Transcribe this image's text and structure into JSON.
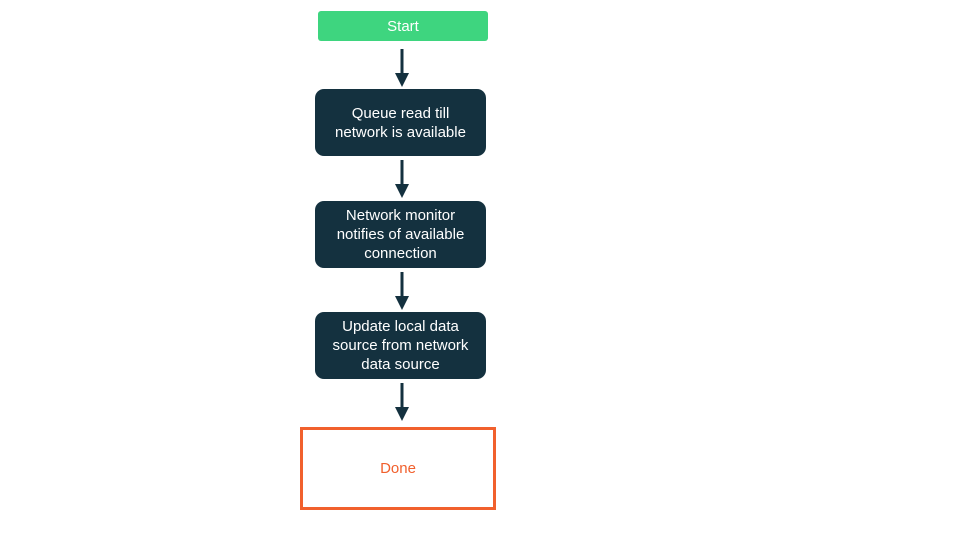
{
  "colors": {
    "canvas-bg": "#ffffff",
    "start-bg": "#3ed57f",
    "start-text": "#ffffff",
    "step-bg": "#14313f",
    "step-text": "#ffffff",
    "arrow": "#14313f",
    "done-bg": "#ffffff",
    "done-border": "#f1602d",
    "done-text": "#f1602d"
  },
  "flowchart": {
    "nodes": [
      {
        "id": "start",
        "type": "start",
        "label": "Start"
      },
      {
        "id": "queue-read",
        "type": "process",
        "label": "Queue read till\nnetwork is available"
      },
      {
        "id": "network-monitor",
        "type": "process",
        "label": "Network monitor\nnotifies of available\nconnection"
      },
      {
        "id": "update-local-data",
        "type": "process",
        "label": "Update local data\nsource from network\ndata source"
      },
      {
        "id": "done",
        "type": "end",
        "label": "Done"
      }
    ]
  }
}
